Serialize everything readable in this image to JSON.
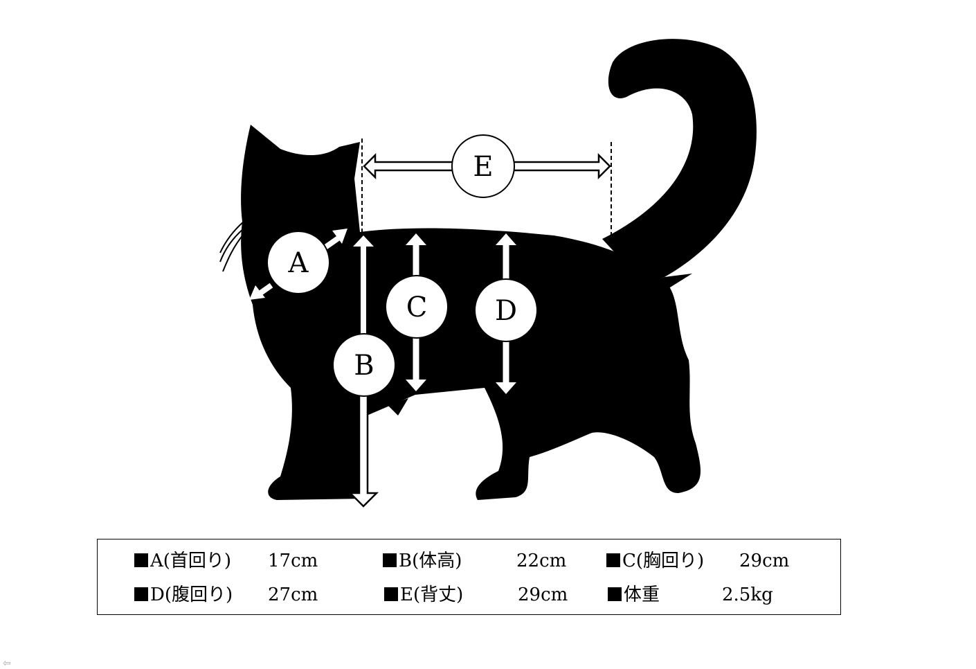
{
  "diagram": {
    "labels": {
      "a": "A",
      "b": "B",
      "c": "C",
      "d": "D",
      "e": "E"
    }
  },
  "measurements": [
    {
      "label": "A(首回り)",
      "value": "17cm"
    },
    {
      "label": "B(体高)",
      "value": "22cm"
    },
    {
      "label": "C(胸回り)",
      "value": "29cm"
    },
    {
      "label": "D(腹回り)",
      "value": "27cm"
    },
    {
      "label": "E(背丈)",
      "value": "29cm"
    },
    {
      "label": "体重",
      "value": "2.5kg"
    }
  ],
  "icons": {
    "bullet": "black-square-icon",
    "back": "back-arrow-icon"
  },
  "colors": {
    "silhouette": "#000000",
    "background": "#ffffff"
  }
}
